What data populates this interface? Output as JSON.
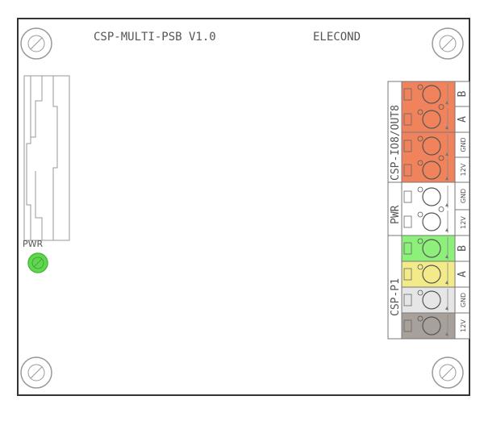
{
  "board": {
    "title": "CSP-MULTI-PSB V1.0",
    "brand": "ELECOND",
    "pwr_led_label": "PWR"
  },
  "connectors": {
    "io_group_label": "CSP-IO8/OUT8",
    "pwr_group_label": "PWR",
    "p1_group_label": "CSP-P1"
  },
  "pins": [
    "B",
    "A",
    "GND",
    "12V",
    "GND",
    "12V",
    "B",
    "A",
    "GND",
    "12V"
  ],
  "colors": {
    "io_orange": "#F0825C",
    "pwr_white": "#FFFFFF",
    "p1_green": "#8CF07A",
    "p1_yellow": "#F3EB8A",
    "p1_lightgray": "#E6E6E6",
    "p1_taupe": "#A8A09A",
    "led_green": "#5FD84F"
  }
}
